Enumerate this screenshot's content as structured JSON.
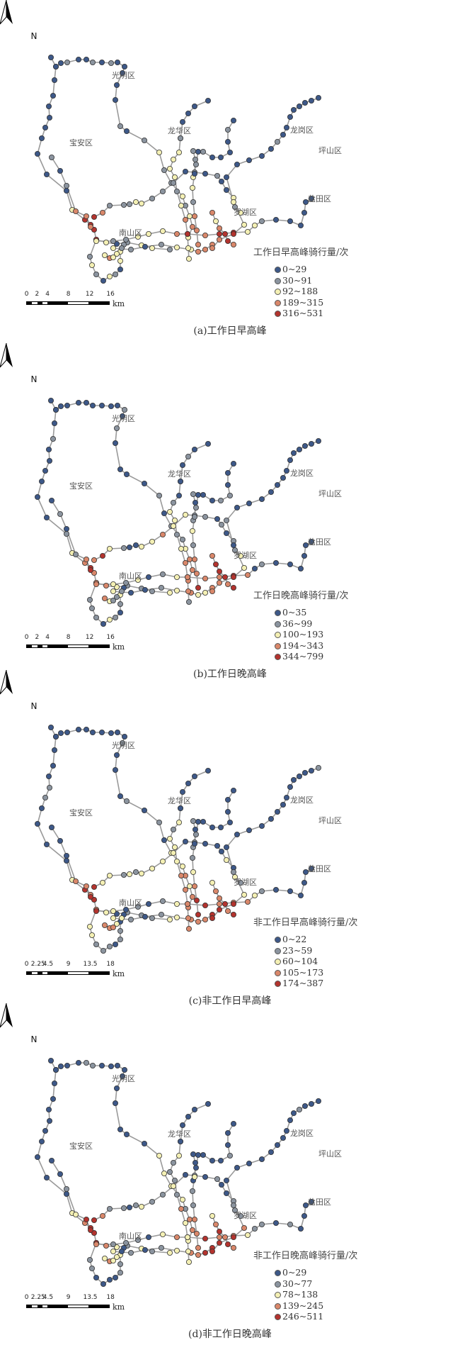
{
  "north_label": "N",
  "km_label": "km",
  "districts": [
    "光明区",
    "宝安区",
    "龙华区",
    "龙岗区",
    "坪山区",
    "盐田区",
    "罗湖区",
    "南山区"
  ],
  "class_colors": [
    "#3d5888",
    "#8b949f",
    "#f4f0b4",
    "#d9876a",
    "#b3332e"
  ],
  "panels": [
    {
      "caption": "(a)工作日早高峰",
      "legend_title": "工作日早高峰骑行量/次",
      "classes": [
        "0~29",
        "30~91",
        "92~188",
        "189~315",
        "316~531"
      ],
      "scale_labels": [
        "0",
        "2",
        "4",
        "8",
        "12",
        "16"
      ]
    },
    {
      "caption": "(b)工作日晚高峰",
      "legend_title": "工作日晚高峰骑行量/次",
      "classes": [
        "0~35",
        "36~99",
        "100~193",
        "194~343",
        "344~799"
      ],
      "scale_labels": [
        "0",
        "2",
        "4",
        "8",
        "12",
        "16"
      ]
    },
    {
      "caption": "(c)非工作日早高峰",
      "legend_title": "非工作日早高峰骑行量/次",
      "classes": [
        "0~22",
        "23~59",
        "60~104",
        "105~173",
        "174~387"
      ],
      "scale_labels": [
        "0",
        "2.25",
        "4.5",
        "9",
        "13.5",
        "18"
      ]
    },
    {
      "caption": "(d)非工作日晚高峰",
      "legend_title": "非工作日晚高峰骑行量/次",
      "classes": [
        "0~29",
        "30~77",
        "78~138",
        "139~245",
        "246~511"
      ],
      "scale_labels": [
        "0",
        "2.25",
        "4.5",
        "9",
        "13.5",
        "18"
      ]
    }
  ]
}
